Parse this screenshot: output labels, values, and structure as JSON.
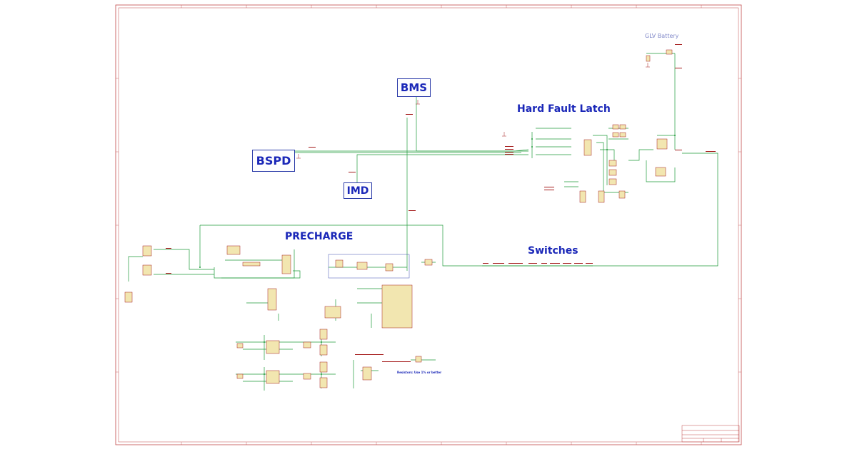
{
  "sheet": {
    "hierarchical_blocks": {
      "bms": "BMS",
      "bspd": "BSPD",
      "imd": "IMD"
    },
    "section_titles": {
      "hard_fault_latch": "Hard Fault Latch",
      "precharge": "PRECHARGE",
      "switches": "Switches"
    },
    "notes": {
      "glv_battery": "GLV Battery",
      "resistors_note": "Resistors: Use 1% or better"
    },
    "colors": {
      "wire": "#1f9a3a",
      "symbol": "#a51c1c",
      "label": "#1a27b8",
      "frame": "#c04848",
      "component_fill": "#f2e6b0"
    }
  }
}
